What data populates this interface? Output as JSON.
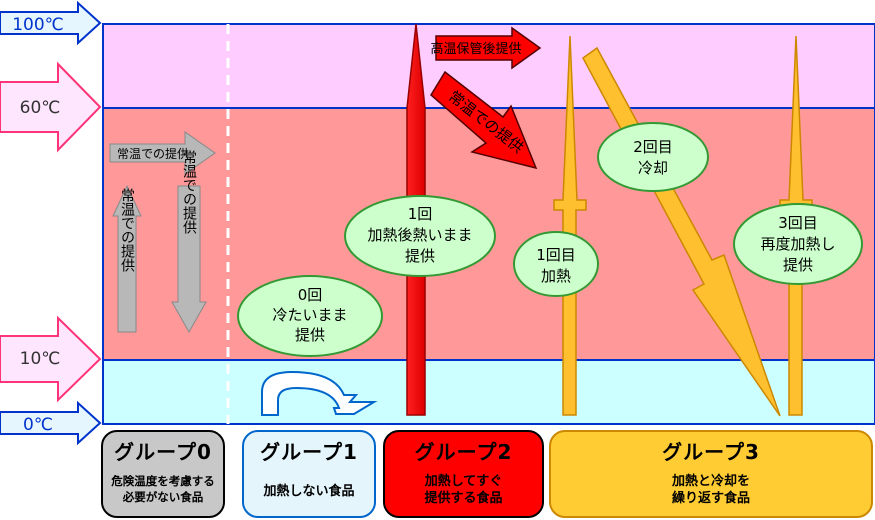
{
  "temps": {
    "t100": "100℃",
    "t60": "60℃",
    "t10": "10℃",
    "t0": "0℃"
  },
  "group0": {
    "side_label_h": "常温での提供",
    "side_label_up": "常温での提供",
    "side_label_down": "常温での提供"
  },
  "group1": {
    "bubble": [
      "0回",
      "冷たいまま",
      "提供"
    ]
  },
  "group2": {
    "bubble": [
      "1回",
      "加熱後熱いまま",
      "提供"
    ],
    "arrow_hot": "高温保管後提供",
    "arrow_room": "常温での提供"
  },
  "group3": {
    "bubble1": [
      "1回目",
      "加熱"
    ],
    "bubble2": [
      "2回目",
      "冷却"
    ],
    "bubble3": [
      "3回目",
      "再度加熱し",
      "提供"
    ]
  },
  "legend": [
    {
      "title": "グループ0",
      "desc": [
        "危険温度を考慮する",
        "必要がない食品"
      ],
      "fill": "#c8c8c8"
    },
    {
      "title": "グループ1",
      "desc": [
        "加熱しない食品"
      ],
      "fill": "#e4f6fc"
    },
    {
      "title": "グループ2",
      "desc": [
        "加熱してすぐ",
        "提供する食品"
      ],
      "fill": "#ff0000"
    },
    {
      "title": "グループ3",
      "desc": [
        "加熱と冷却を",
        "繰り返す食品"
      ],
      "fill": "#ffcc33"
    }
  ],
  "colors": {
    "band_high": "#ffccff",
    "band_danger": "#ff9999",
    "band_cold": "#ccffff",
    "temp_arrow_fill": "#ffe6ff",
    "red_arrow": "#ff0000",
    "yellow_arrow": "#ffc030",
    "gray_arrow": "#b8b8b8",
    "bubble_fill": "#ccffcc",
    "bubble_stroke": "#339933",
    "cold_arrow_stroke": "#0066cc"
  }
}
